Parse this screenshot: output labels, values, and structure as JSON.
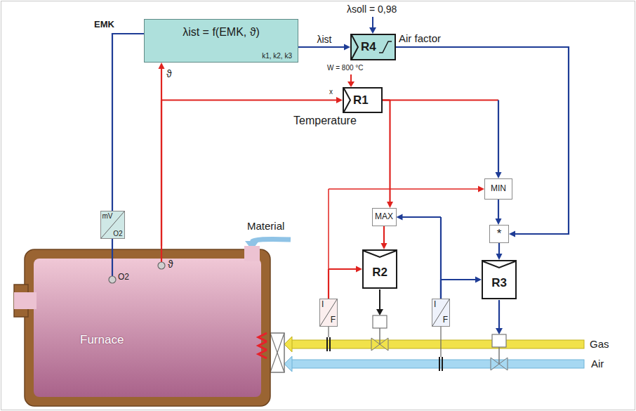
{
  "diagram": {
    "nodes": [
      {
        "text": [
          "λist = f(EMK, ϑ)",
          "k1, k2, k3"
        ]
      },
      {
        "text": [
          "R4"
        ]
      },
      {
        "text": [
          "R1"
        ]
      },
      {
        "text": [
          "MIN"
        ]
      },
      {
        "text": [
          "MAX"
        ]
      },
      {
        "text": [
          "*"
        ]
      },
      {
        "text": [
          "R2"
        ]
      },
      {
        "text": [
          "R3"
        ]
      },
      {
        "text": [
          "I",
          "F"
        ]
      },
      {
        "text": [
          "I",
          "F"
        ]
      },
      {
        "text": [
          "mV",
          "O2"
        ]
      },
      {
        "text": [
          "Furnace"
        ]
      }
    ],
    "edges": [
      {
        "from": 11,
        "to": 10,
        "arrow": "none"
      },
      {
        "from": 10,
        "to": 0,
        "arrow": "none"
      },
      {
        "from": 11,
        "to": 0,
        "arrow": "to"
      },
      {
        "from": 11,
        "to": 2,
        "arrow": "to"
      },
      {
        "from": 0,
        "to": 1,
        "label": "λist",
        "arrow": "to"
      },
      {
        "from": 1,
        "to": 5,
        "arrow": "to"
      },
      {
        "from": 2,
        "to": 3,
        "arrow": "to"
      },
      {
        "from": 2,
        "to": 4,
        "arrow": "to"
      },
      {
        "from": 3,
        "to": 5,
        "arrow": "to"
      },
      {
        "from": 5,
        "to": 7,
        "arrow": "to"
      },
      {
        "from": 4,
        "to": 6,
        "arrow": "to"
      },
      {
        "from": 8,
        "to": 6,
        "arrow": "to"
      },
      {
        "from": 8,
        "to": 3,
        "arrow": "to"
      },
      {
        "from": 9,
        "to": 7,
        "arrow": "to"
      },
      {
        "from": 9,
        "to": 4,
        "arrow": "to"
      }
    ],
    "labels": [
      "EMK",
      "λsoll = 0,98",
      "Air factor",
      "W = 800 °C",
      "x",
      "Temperature",
      "ϑ",
      "Material",
      "O2",
      "ϑ",
      "Gas",
      "Air"
    ]
  }
}
